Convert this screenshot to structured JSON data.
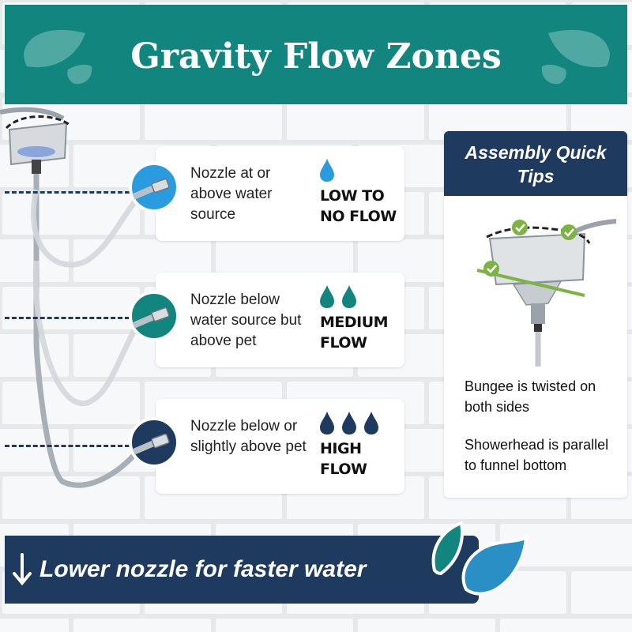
{
  "header": {
    "title": "Gravity Flow Zones"
  },
  "zones": [
    {
      "description": "Nozzle at or above water source",
      "flow": "LOW TO NO FLOW",
      "drop_count": 1,
      "color": "#2b9be0"
    },
    {
      "description": "Nozzle below water source but above pet",
      "flow": "MEDIUM FLOW",
      "drop_count": 2,
      "color": "#13857f"
    },
    {
      "description": "Nozzle below or slightly above pet",
      "flow": "HIGH FLOW",
      "drop_count": 3,
      "color": "#1f3a5f"
    }
  ],
  "tips": {
    "title": "Assembly Quick Tips",
    "items": [
      "Bungee is twisted on both sides",
      "Showerhead is parallel to funnel bottom"
    ]
  },
  "banner": {
    "text": "Lower nozzle for faster water"
  },
  "colors": {
    "teal": "#13857f",
    "navy": "#1f3a5f",
    "light_blue": "#2b9be0",
    "check_green": "#7cb342"
  }
}
